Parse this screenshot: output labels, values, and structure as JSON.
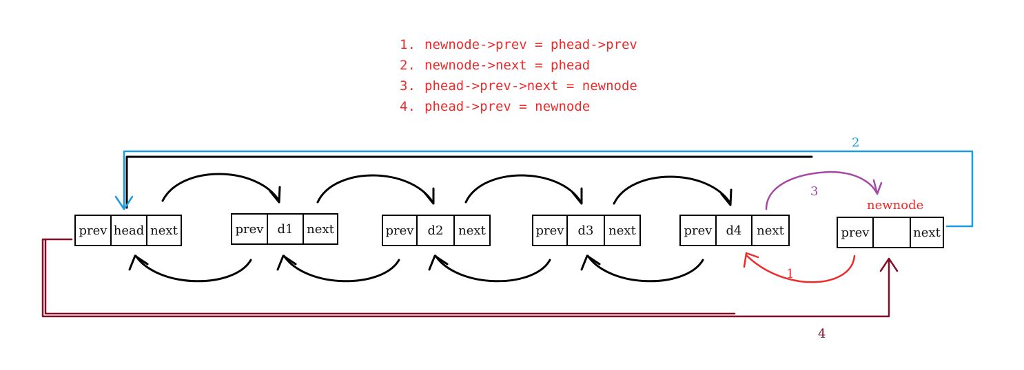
{
  "steps": [
    {
      "num": "1.",
      "text": "newnode->prev = phead->prev"
    },
    {
      "num": "2.",
      "text": "newnode->next = phead"
    },
    {
      "num": "3.",
      "text": "phead->prev->next = newnode"
    },
    {
      "num": "4.",
      "text": "phead->prev = newnode"
    }
  ],
  "nodes": [
    {
      "prev": "prev",
      "data": "head",
      "next": "next"
    },
    {
      "prev": "prev",
      "data": "d1",
      "next": "next"
    },
    {
      "prev": "prev",
      "data": "d2",
      "next": "next"
    },
    {
      "prev": "prev",
      "data": "d3",
      "next": "next"
    },
    {
      "prev": "prev",
      "data": "d4",
      "next": "next"
    },
    {
      "prev": "prev",
      "data": "",
      "next": "next"
    }
  ],
  "newnode_label": "newnode",
  "arrow_labels": {
    "one": "1",
    "two": "2",
    "three": "3",
    "four": "4"
  },
  "colors": {
    "step_text": "#ee2b2b",
    "arrow_1": "#ee2b2b",
    "arrow_2": "#1a9be0",
    "arrow_3": "#a349a4",
    "arrow_4": "#800f25",
    "links": "#000000"
  }
}
